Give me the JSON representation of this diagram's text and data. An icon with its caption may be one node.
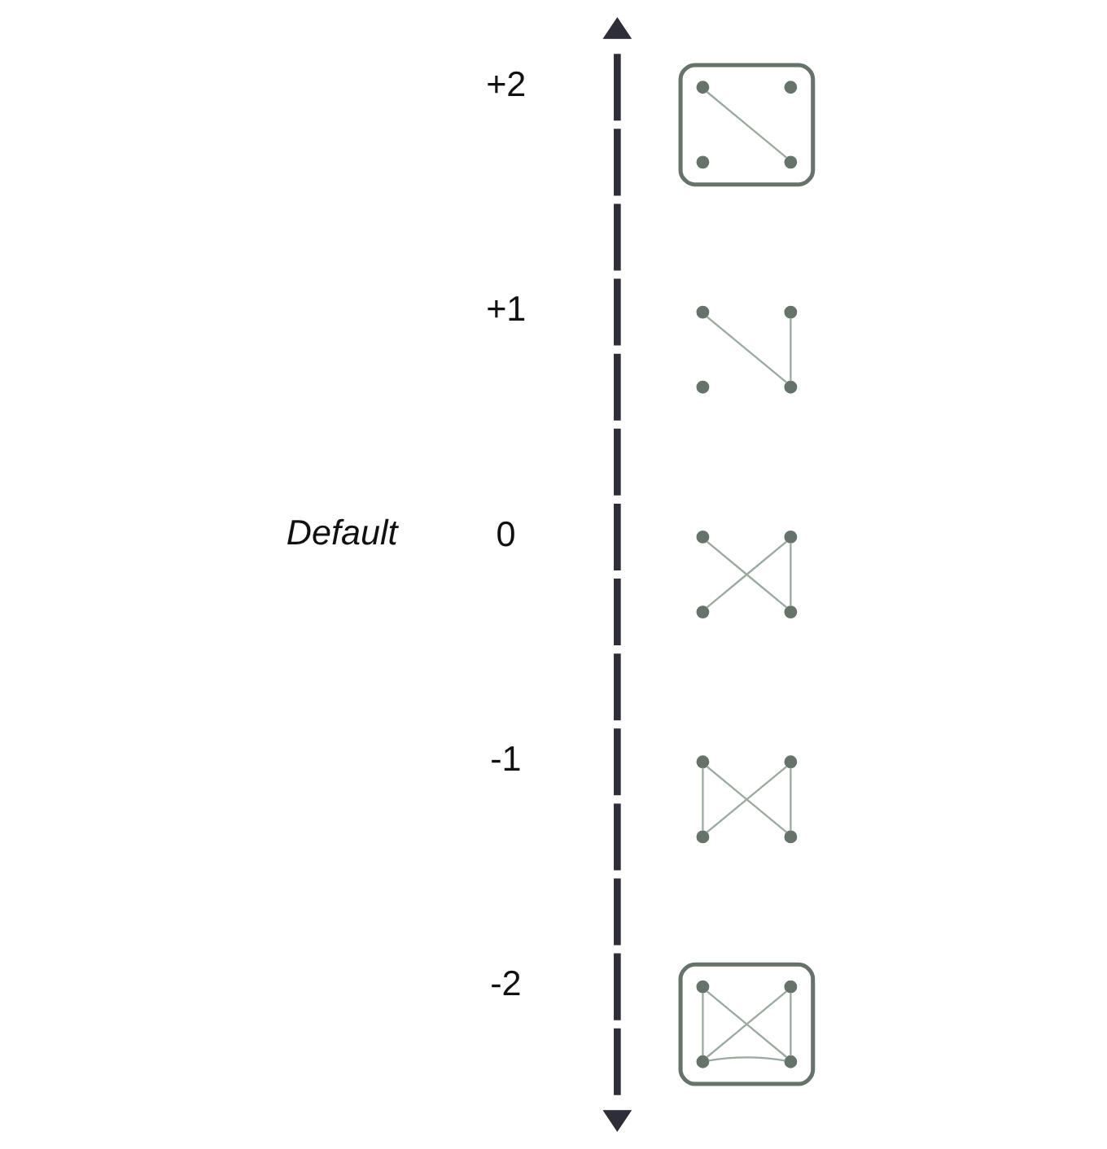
{
  "diagram": {
    "nodes": [
      {
        "text": [],
        "shape": "ellipse"
      },
      {
        "text": [],
        "shape": "circle",
        "in": 0
      },
      {
        "text": [],
        "shape": "circle",
        "in": 0
      },
      {
        "text": [],
        "shape": "circle",
        "in": 0
      },
      {
        "text": [],
        "shape": "circle",
        "in": 0
      },
      {
        "text": [],
        "shape": "circle"
      },
      {
        "text": [],
        "shape": "circle"
      },
      {
        "text": [],
        "shape": "circle"
      },
      {
        "text": [],
        "shape": "circle"
      },
      {
        "text": [],
        "shape": "circle"
      },
      {
        "text": [],
        "shape": "circle"
      },
      {
        "text": [],
        "shape": "circle"
      },
      {
        "text": [],
        "shape": "circle"
      },
      {
        "text": [],
        "shape": "circle"
      },
      {
        "text": [],
        "shape": "circle"
      },
      {
        "text": [],
        "shape": "circle"
      },
      {
        "text": [],
        "shape": "circle"
      },
      {
        "text": [],
        "shape": "ellipse"
      },
      {
        "text": [],
        "shape": "circle",
        "in": 17
      },
      {
        "text": [],
        "shape": "circle",
        "in": 17
      },
      {
        "text": [],
        "shape": "circle",
        "in": 17
      },
      {
        "text": [],
        "shape": "circle",
        "in": 17
      }
    ],
    "edges": [
      {
        "from": 1,
        "to": 4,
        "arrow": "none"
      },
      {
        "from": 5,
        "to": 8,
        "arrow": "none"
      },
      {
        "from": 6,
        "to": 8,
        "arrow": "none"
      },
      {
        "from": 9,
        "to": 12,
        "arrow": "none"
      },
      {
        "from": 10,
        "to": 11,
        "arrow": "none"
      },
      {
        "from": 10,
        "to": 12,
        "arrow": "none"
      },
      {
        "from": 13,
        "to": 15,
        "arrow": "none"
      },
      {
        "from": 13,
        "to": 16,
        "arrow": "none"
      },
      {
        "from": 14,
        "to": 15,
        "arrow": "none"
      },
      {
        "from": 14,
        "to": 16,
        "arrow": "none"
      },
      {
        "from": 18,
        "to": 20,
        "arrow": "none"
      },
      {
        "from": 18,
        "to": 21,
        "arrow": "none"
      },
      {
        "from": 19,
        "to": 20,
        "arrow": "none"
      },
      {
        "from": 19,
        "to": 21,
        "arrow": "none"
      },
      {
        "from": 20,
        "to": 21,
        "arrow": "none"
      }
    ],
    "labels": [
      "+2",
      "+1",
      "Default",
      "0",
      "-1",
      "-2"
    ]
  }
}
